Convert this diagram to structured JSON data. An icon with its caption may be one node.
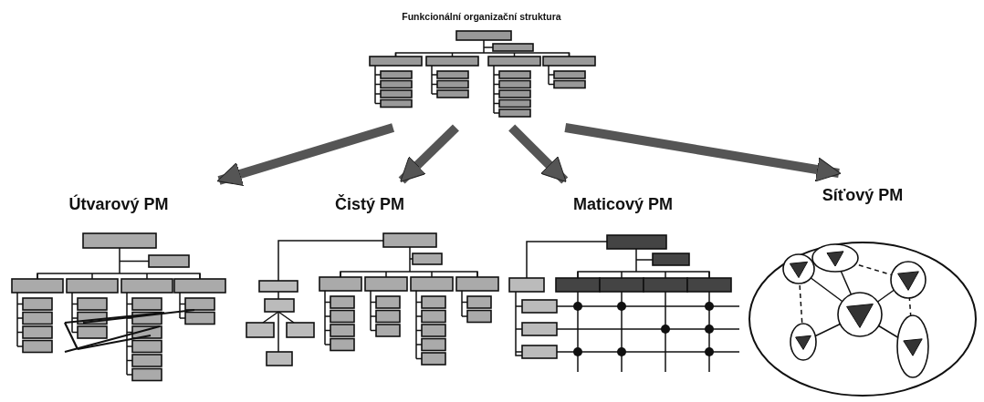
{
  "diagram": {
    "nodes": [
      {
        "text": [
          "Funkcionální organizační struktura"
        ]
      },
      {
        "text": [
          "Útvarový PM"
        ]
      },
      {
        "text": [
          "Čistý PM"
        ]
      },
      {
        "text": [
          "Maticový PM"
        ]
      },
      {
        "text": [
          "Síťový PM"
        ]
      }
    ],
    "edges": [
      {
        "from": 0,
        "to": 1,
        "arrow": "to"
      },
      {
        "from": 0,
        "to": 2,
        "arrow": "to"
      },
      {
        "from": 0,
        "to": 3,
        "arrow": "to"
      },
      {
        "from": 0,
        "to": 4,
        "arrow": "to"
      }
    ]
  }
}
